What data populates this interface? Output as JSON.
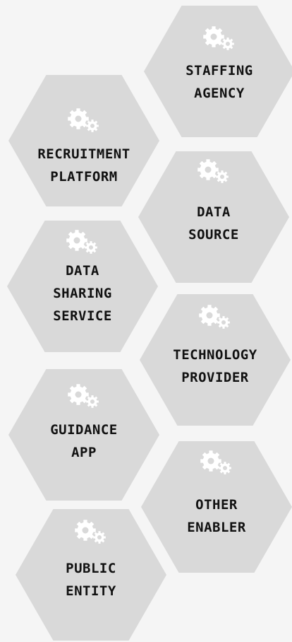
{
  "colors": {
    "background": "#f5f5f5",
    "hexagon": "#d9d9d9",
    "icon": "#ffffff",
    "text": "#111111"
  },
  "icon": "gears-icon",
  "hexagons": [
    {
      "id": "staffing-agency",
      "lines": [
        "STAFFING",
        "AGENCY"
      ]
    },
    {
      "id": "recruitment-platform",
      "lines": [
        "RECRUITMENT",
        "PLATFORM"
      ]
    },
    {
      "id": "data-source",
      "lines": [
        "DATA",
        "SOURCE"
      ]
    },
    {
      "id": "data-sharing-service",
      "lines": [
        "DATA",
        "SHARING",
        "SERVICE"
      ]
    },
    {
      "id": "technology-provider",
      "lines": [
        "TECHNOLOGY",
        "PROVIDER"
      ]
    },
    {
      "id": "guidance-app",
      "lines": [
        "GUIDANCE",
        "APP"
      ]
    },
    {
      "id": "other-enabler",
      "lines": [
        "OTHER",
        "ENABLER"
      ]
    },
    {
      "id": "public-entity",
      "lines": [
        "PUBLIC",
        "ENTITY"
      ]
    }
  ]
}
